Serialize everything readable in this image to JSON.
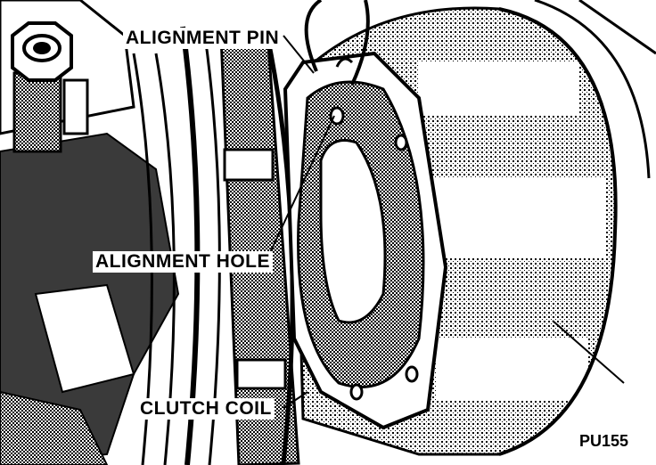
{
  "diagram": {
    "labels": {
      "alignment_pin": "ALIGNMENT PIN",
      "alignment_hole": "ALIGNMENT HOLE",
      "clutch_coil": "CLUTCH COIL"
    },
    "figure_code": "PU155"
  },
  "colors": {
    "ink": "#000000",
    "paper": "#ffffff",
    "shade": "#3a3a3a"
  }
}
